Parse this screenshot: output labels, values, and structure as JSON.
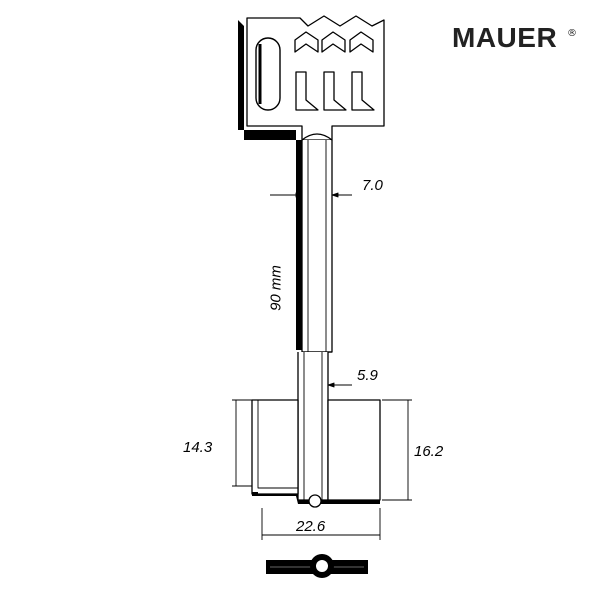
{
  "brand": {
    "name": "MAUER",
    "registered_mark": "®"
  },
  "dimensions": {
    "shank_width": "7.0",
    "length": "90 mm",
    "tip_width": "5.9",
    "bit_height_left": "14.3",
    "bit_height_right": "16.2",
    "bit_width": "22.6"
  },
  "colors": {
    "line": "#000000",
    "fill": "#ffffff",
    "brand": "#222222"
  }
}
